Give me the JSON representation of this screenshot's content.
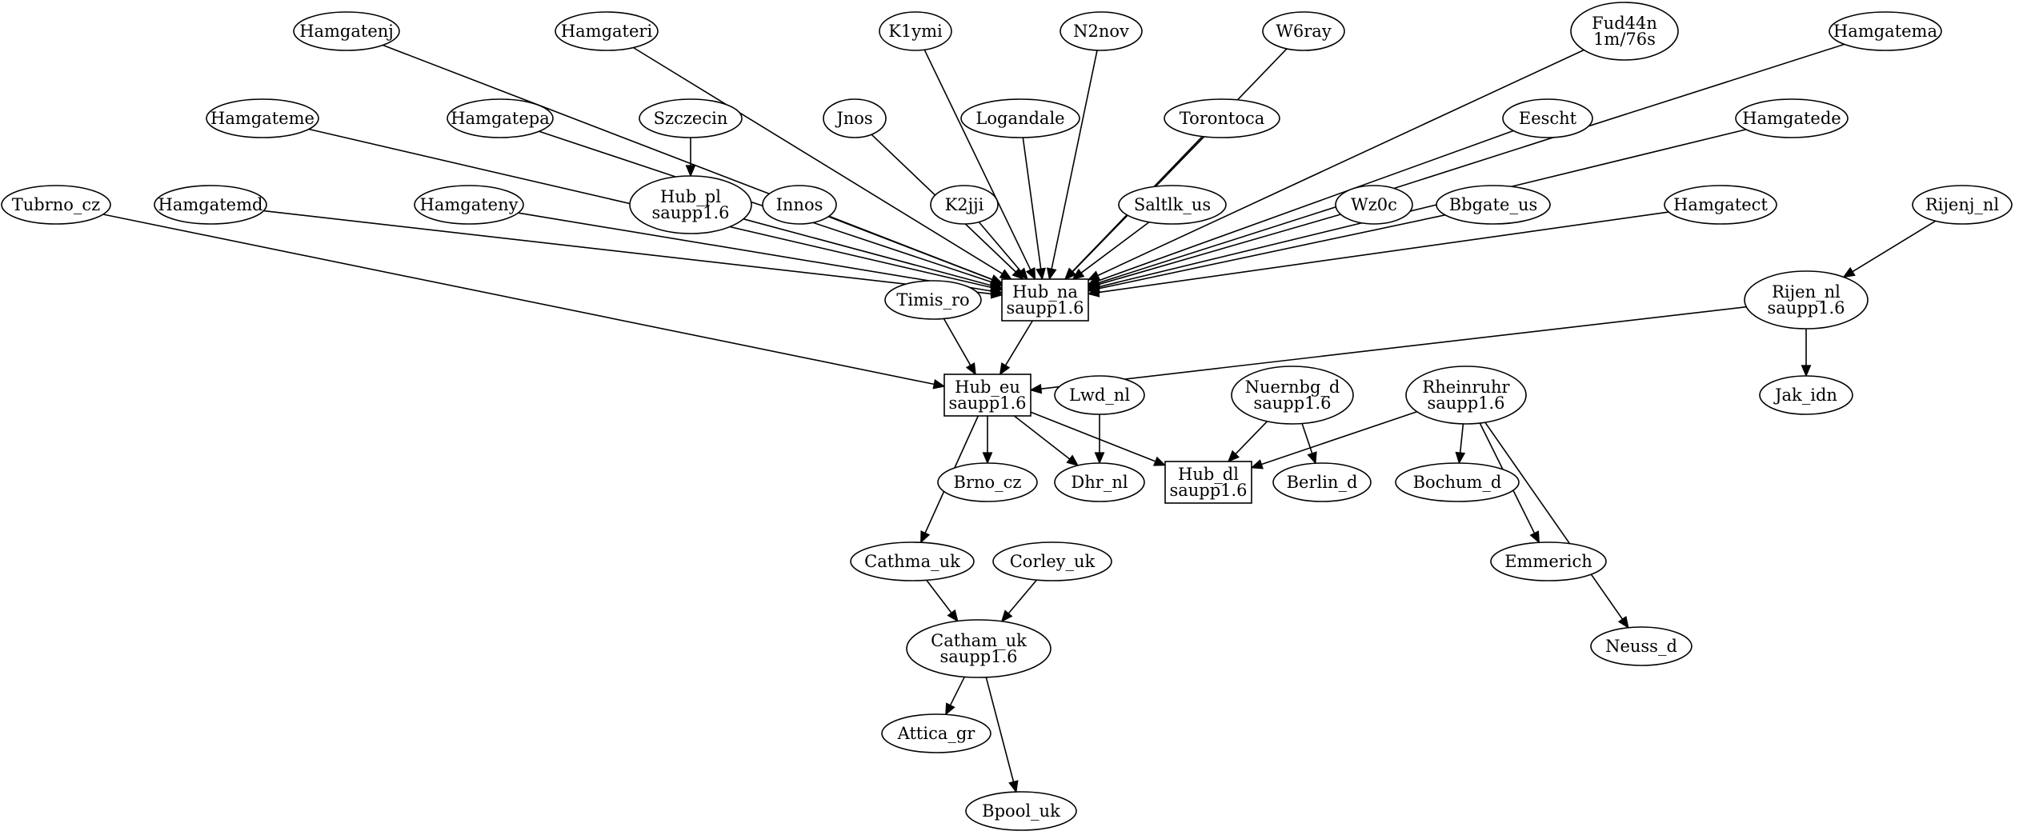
{
  "nodes": {
    "hamgatenj": {
      "label": [
        "Hamgatenj"
      ],
      "shape": "ellipse"
    },
    "hamgateri": {
      "label": [
        "Hamgateri"
      ],
      "shape": "ellipse"
    },
    "k1ymi": {
      "label": [
        "K1ymi"
      ],
      "shape": "ellipse"
    },
    "n2nov": {
      "label": [
        "N2nov"
      ],
      "shape": "ellipse"
    },
    "w6ray": {
      "label": [
        "W6ray"
      ],
      "shape": "ellipse"
    },
    "fud44n": {
      "label": [
        "Fud44n",
        "1m/76s"
      ],
      "shape": "ellipse"
    },
    "hamgatema": {
      "label": [
        "Hamgatema"
      ],
      "shape": "ellipse"
    },
    "hamgateme": {
      "label": [
        "Hamgateme"
      ],
      "shape": "ellipse"
    },
    "hamgatepa": {
      "label": [
        "Hamgatepa"
      ],
      "shape": "ellipse"
    },
    "szczecin": {
      "label": [
        "Szczecin"
      ],
      "shape": "ellipse"
    },
    "jnos": {
      "label": [
        "Jnos"
      ],
      "shape": "ellipse"
    },
    "logandale": {
      "label": [
        "Logandale"
      ],
      "shape": "ellipse"
    },
    "torontoca": {
      "label": [
        "Torontoca"
      ],
      "shape": "ellipse"
    },
    "eescht": {
      "label": [
        "Eescht"
      ],
      "shape": "ellipse"
    },
    "hamgatede": {
      "label": [
        "Hamgatede"
      ],
      "shape": "ellipse"
    },
    "tubrno_cz": {
      "label": [
        "Tubrno_cz"
      ],
      "shape": "ellipse"
    },
    "hamgatemd": {
      "label": [
        "Hamgatemd"
      ],
      "shape": "ellipse"
    },
    "hamgateny": {
      "label": [
        "Hamgateny"
      ],
      "shape": "ellipse"
    },
    "hub_pl": {
      "label": [
        "Hub_pl",
        "saupp1.6"
      ],
      "shape": "ellipse"
    },
    "innos": {
      "label": [
        "Innos"
      ],
      "shape": "ellipse"
    },
    "k2jji": {
      "label": [
        "K2jji"
      ],
      "shape": "ellipse"
    },
    "saltlk_us": {
      "label": [
        "Saltlk_us"
      ],
      "shape": "ellipse"
    },
    "wz0c": {
      "label": [
        "Wz0c"
      ],
      "shape": "ellipse"
    },
    "bbgate_us": {
      "label": [
        "Bbgate_us"
      ],
      "shape": "ellipse"
    },
    "hamgatect": {
      "label": [
        "Hamgatect"
      ],
      "shape": "ellipse"
    },
    "rijenj_nl": {
      "label": [
        "Rijenj_nl"
      ],
      "shape": "ellipse"
    },
    "hub_na": {
      "label": [
        "Hub_na",
        "saupp1.6"
      ],
      "shape": "box"
    },
    "timis_ro": {
      "label": [
        "Timis_ro"
      ],
      "shape": "ellipse"
    },
    "rijen_nl": {
      "label": [
        "Rijen_nl",
        "saupp1.6"
      ],
      "shape": "ellipse"
    },
    "hub_eu": {
      "label": [
        "Hub_eu",
        "saupp1.6"
      ],
      "shape": "box"
    },
    "lwd_nl": {
      "label": [
        "Lwd_nl"
      ],
      "shape": "ellipse"
    },
    "nuernbg_d": {
      "label": [
        "Nuernbg_d",
        "saupp1.6"
      ],
      "shape": "ellipse"
    },
    "rheinruhr": {
      "label": [
        "Rheinruhr",
        "saupp1.6"
      ],
      "shape": "ellipse"
    },
    "jak_idn": {
      "label": [
        "Jak_idn"
      ],
      "shape": "ellipse"
    },
    "brno_cz": {
      "label": [
        "Brno_cz"
      ],
      "shape": "ellipse"
    },
    "dhr_nl": {
      "label": [
        "Dhr_nl"
      ],
      "shape": "ellipse"
    },
    "hub_dl": {
      "label": [
        "Hub_dl",
        "saupp1.6"
      ],
      "shape": "box"
    },
    "berlin_d": {
      "label": [
        "Berlin_d"
      ],
      "shape": "ellipse"
    },
    "bochum_d": {
      "label": [
        "Bochum_d"
      ],
      "shape": "ellipse"
    },
    "emmerich": {
      "label": [
        "Emmerich"
      ],
      "shape": "ellipse"
    },
    "neuss_d": {
      "label": [
        "Neuss_d"
      ],
      "shape": "ellipse"
    },
    "cathma_uk": {
      "label": [
        "Cathma_uk"
      ],
      "shape": "ellipse"
    },
    "corley_uk": {
      "label": [
        "Corley_uk"
      ],
      "shape": "ellipse"
    },
    "catham_uk": {
      "label": [
        "Catham_uk",
        "saupp1.6"
      ],
      "shape": "ellipse"
    },
    "attica_gr": {
      "label": [
        "Attica_gr"
      ],
      "shape": "ellipse"
    },
    "bpool_uk": {
      "label": [
        "Bpool_uk"
      ],
      "shape": "ellipse"
    }
  },
  "edges": [
    [
      "hamgatenj",
      "hub_na"
    ],
    [
      "hamgateri",
      "hub_na"
    ],
    [
      "k1ymi",
      "hub_na"
    ],
    [
      "n2nov",
      "hub_na"
    ],
    [
      "w6ray",
      "hub_na"
    ],
    [
      "fud44n",
      "hub_na"
    ],
    [
      "hamgatema",
      "hub_na"
    ],
    [
      "hamgateme",
      "hub_na"
    ],
    [
      "hamgatepa",
      "hub_na"
    ],
    [
      "szczecin",
      "hub_pl"
    ],
    [
      "jnos",
      "hub_na"
    ],
    [
      "logandale",
      "hub_na"
    ],
    [
      "torontoca",
      "hub_na"
    ],
    [
      "eescht",
      "hub_na"
    ],
    [
      "hamgatede",
      "hub_na"
    ],
    [
      "tubrno_cz",
      "hub_eu"
    ],
    [
      "hamgatemd",
      "hub_na"
    ],
    [
      "hamgateny",
      "hub_na"
    ],
    [
      "hub_pl",
      "hub_na"
    ],
    [
      "innos",
      "hub_na"
    ],
    [
      "k2jji",
      "hub_na"
    ],
    [
      "saltlk_us",
      "hub_na"
    ],
    [
      "wz0c",
      "hub_na"
    ],
    [
      "bbgate_us",
      "hub_na"
    ],
    [
      "hamgatect",
      "hub_na"
    ],
    [
      "rijenj_nl",
      "rijen_nl"
    ],
    [
      "hub_na",
      "hub_eu"
    ],
    [
      "timis_ro",
      "hub_eu"
    ],
    [
      "rijen_nl",
      "hub_eu"
    ],
    [
      "rijen_nl",
      "jak_idn"
    ],
    [
      "hub_eu",
      "brno_cz"
    ],
    [
      "hub_eu",
      "dhr_nl"
    ],
    [
      "hub_eu",
      "hub_dl"
    ],
    [
      "hub_eu",
      "cathma_uk"
    ],
    [
      "lwd_nl",
      "dhr_nl"
    ],
    [
      "nuernbg_d",
      "hub_dl"
    ],
    [
      "nuernbg_d",
      "berlin_d"
    ],
    [
      "rheinruhr",
      "hub_dl"
    ],
    [
      "rheinruhr",
      "bochum_d"
    ],
    [
      "rheinruhr",
      "emmerich"
    ],
    [
      "rheinruhr",
      "neuss_d"
    ],
    [
      "cathma_uk",
      "catham_uk"
    ],
    [
      "corley_uk",
      "catham_uk"
    ],
    [
      "catham_uk",
      "attica_gr"
    ],
    [
      "catham_uk",
      "bpool_uk"
    ]
  ]
}
